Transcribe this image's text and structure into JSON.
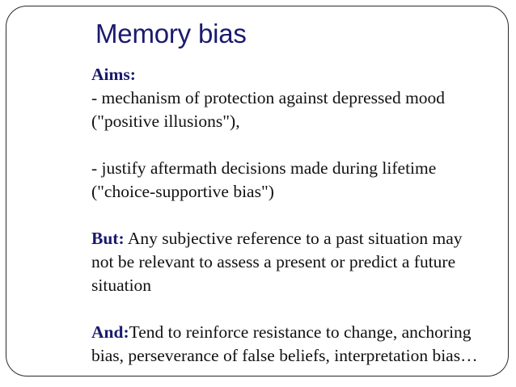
{
  "slide": {
    "title": "Memory bias",
    "title_color": "#1a1a6e",
    "border_color": "#2a2a2a",
    "background_color": "#ffffff",
    "body_text_color": "#111111",
    "blocks": [
      {
        "id": "aims",
        "lead": "Aims:",
        "lead_separator": "",
        "lines": [
          "",
          "- mechanism of protection against depressed mood",
          "(\"positive illusions\"),"
        ]
      },
      {
        "id": "justify",
        "lead": "",
        "lead_separator": "",
        "lines": [
          "- justify aftermath decisions made during lifetime",
          "(\"choice-supportive bias\")"
        ]
      },
      {
        "id": "but",
        "lead": "But:",
        "lead_separator": " ",
        "lines": [
          "Any subjective reference to a past situation may",
          "not be relevant to assess a present or predict a future",
          "situation"
        ]
      },
      {
        "id": "and",
        "lead": "And:",
        "lead_separator": "",
        "lines": [
          "Tend to reinforce resistance to change, anchoring",
          "bias, perseverance of false beliefs, interpretation bias…"
        ]
      }
    ]
  }
}
